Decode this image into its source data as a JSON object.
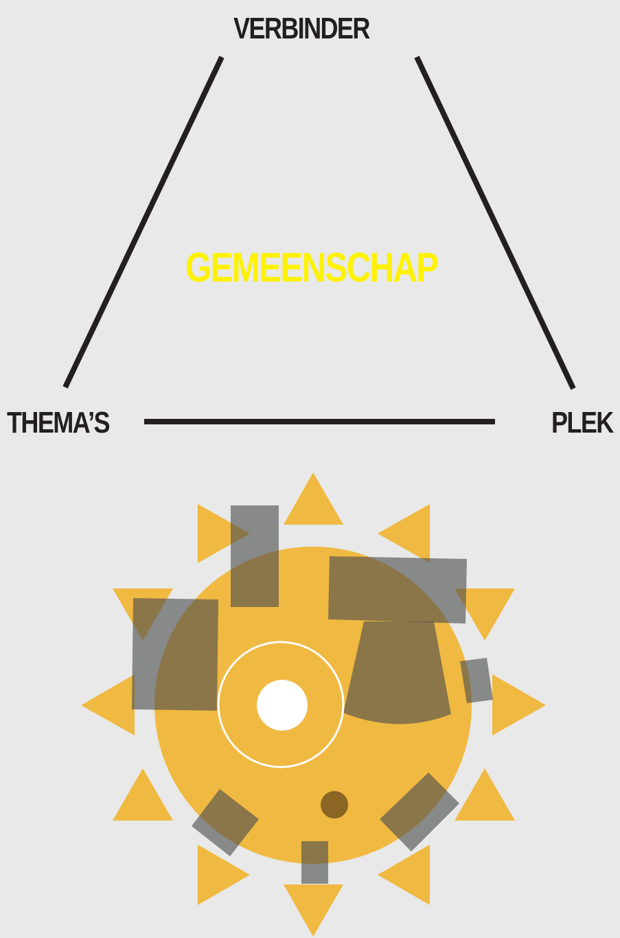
{
  "diagram": {
    "top_label": "VERBINDER",
    "left_label": "THEMA’S",
    "right_label": "PLEK",
    "center_label": "GEMEENSCHAP"
  },
  "colors": {
    "background": "#e8e9e8",
    "line": "#231f20",
    "center_text": "#fff200",
    "sun": "#f0b941",
    "overlay_gray": "#6d6e71",
    "overlay_brown": "#8a6524",
    "white": "#ffffff"
  }
}
